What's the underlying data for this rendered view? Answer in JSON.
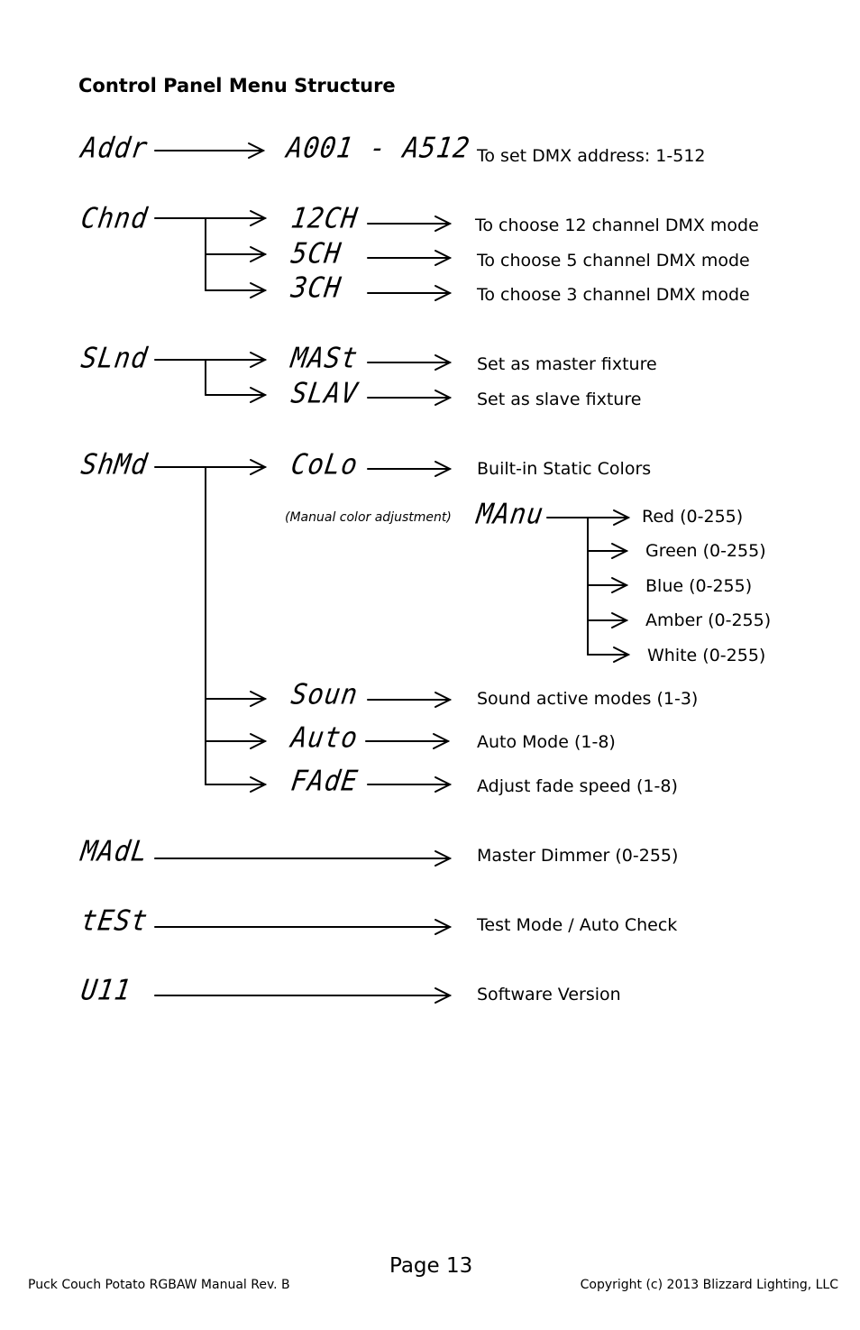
{
  "title": "Control Panel Menu Structure",
  "menu": {
    "addr": {
      "code": "Addr",
      "value": "A001 - A512",
      "desc": "To set DMX address: 1-512"
    },
    "chnd": {
      "code": "Chnd",
      "options": [
        {
          "code": "12CH",
          "desc": "To choose 12 channel DMX mode"
        },
        {
          "code": "5CH",
          "desc": "To choose 5 channel DMX mode"
        },
        {
          "code": "3CH",
          "desc": "To choose 3 channel DMX mode"
        }
      ]
    },
    "slnd": {
      "code": "SLnd",
      "options": [
        {
          "code": "MASt",
          "desc": "Set as master fixture"
        },
        {
          "code": "SLAV",
          "desc": "Set as slave fixture"
        }
      ]
    },
    "shnd": {
      "code": "ShMd",
      "colo": {
        "code": "CoLo",
        "desc": "Built-in Static Colors"
      },
      "manu": {
        "note": "(Manual color adjustment)",
        "code": "MAnu",
        "channels": [
          "Red (0-255)",
          "Green (0-255)",
          "Blue (0-255)",
          "Amber (0-255)",
          "White (0-255)"
        ]
      },
      "soun": {
        "code": "Soun",
        "desc": "Sound active modes (1-3)"
      },
      "auto": {
        "code": "Auto",
        "desc": "Auto Mode (1-8)"
      },
      "fade": {
        "code": "FAdE",
        "desc": "Adjust fade speed (1-8)"
      }
    },
    "madl": {
      "code": "MAdL",
      "desc": "Master Dimmer (0-255)"
    },
    "test": {
      "code": "tESt",
      "desc": "Test Mode / Auto Check"
    },
    "version": {
      "code": "U11",
      "desc": "Software Version"
    }
  },
  "footer": {
    "page": "Page 13",
    "left": "Puck Couch Potato RGBAW Manual Rev. B",
    "right": "Copyright (c) 2013 Blizzard Lighting, LLC"
  }
}
